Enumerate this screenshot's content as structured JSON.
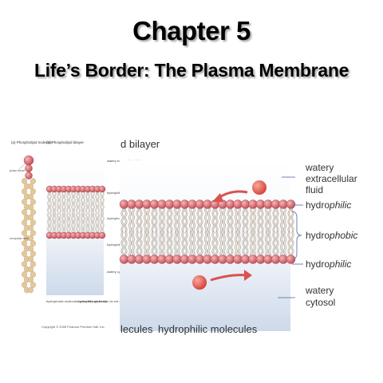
{
  "slide": {
    "title": "Chapter 5",
    "subtitle": "Life’s Border:  The Plasma Membrane"
  },
  "figure": {
    "panel_a_label": "(a) Phospholipid molecule",
    "panel_b_label": "(b) Phospholipid bilayer",
    "panel_heading": "d bilayer",
    "polar_head": "polar head",
    "nonpolar_tails": "nonpolar tails",
    "small_watery_extracellular": "watery extracellular fluid",
    "small_hydrophilic": "hydrophilic",
    "small_hydrophobic": "hydrophobic",
    "small_watery_cytosol": "watery cytosol",
    "small_hydrophobic_molecules": "hydrophobic molecules pass through freely",
    "small_hydrophilic_molecules": "hydrophilic molecules do not pass through freely",
    "copyright": "Copyright © 2005 Pearson Prentice Hall, Inc.",
    "label_watery": "watery",
    "label_extracellular": "extracellular",
    "label_fluid": "fluid",
    "label_hydro": "hydro",
    "label_philic": "philic",
    "label_phobic": "phobic",
    "label_cytosol": "cytosol",
    "bottom_left": "lecules",
    "bottom_right": "hydrophilic molecules",
    "colors": {
      "head": "#d9767a",
      "head_dark": "#b24a52",
      "tail": "#ece4d6",
      "fluid_top": "#ffffff",
      "fluid_bottom": "#cfdcee",
      "molecule": "#e8574f",
      "label_line": "#6d85b0"
    }
  }
}
